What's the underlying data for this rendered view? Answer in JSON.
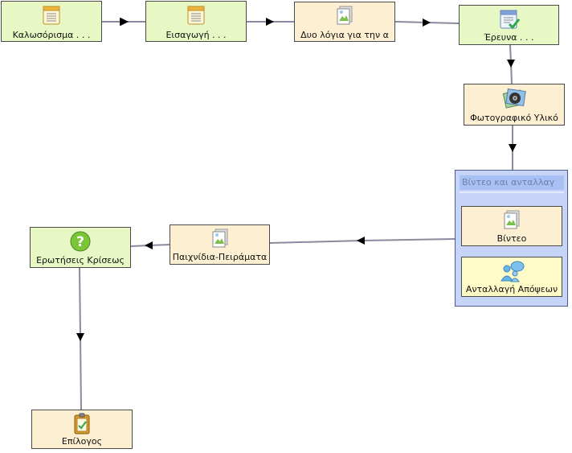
{
  "nodes": {
    "welcome": {
      "label": "Καλωσόρισμα . . .",
      "icon": "notepad-icon"
    },
    "intro": {
      "label": "Εισαγωγή . . .",
      "icon": "notepad-icon"
    },
    "about": {
      "label": "Δυο λόγια για την α",
      "icon": "picture-document-icon"
    },
    "research": {
      "label": "Έρευνα . . .",
      "icon": "notepad-check-icon"
    },
    "photo": {
      "label": "Φωτογραφικό Υλικό",
      "icon": "film-reel-icon"
    },
    "games": {
      "label": "Παιχνίδια-Πειράματα",
      "icon": "picture-document-icon"
    },
    "questions": {
      "label": "Ερωτήσεις Κρίσεως",
      "icon": "question-icon"
    },
    "epilogue": {
      "label": "Επίλογος",
      "icon": "clipboard-icon"
    }
  },
  "group": {
    "title": "Βίντεο και ανταλλαγ",
    "video": {
      "label": "Βίντεο",
      "icon": "picture-document-icon"
    },
    "exchange": {
      "label": "Ανταλλαγή Απόψεων",
      "icon": "people-chat-icon"
    }
  },
  "colors": {
    "green_node": "#e8f8c4",
    "beige_node": "#fdf0d2",
    "yellow_node": "#fffcc8",
    "group_bg": "#c6d4f7",
    "edge": "#8a8aa0"
  }
}
